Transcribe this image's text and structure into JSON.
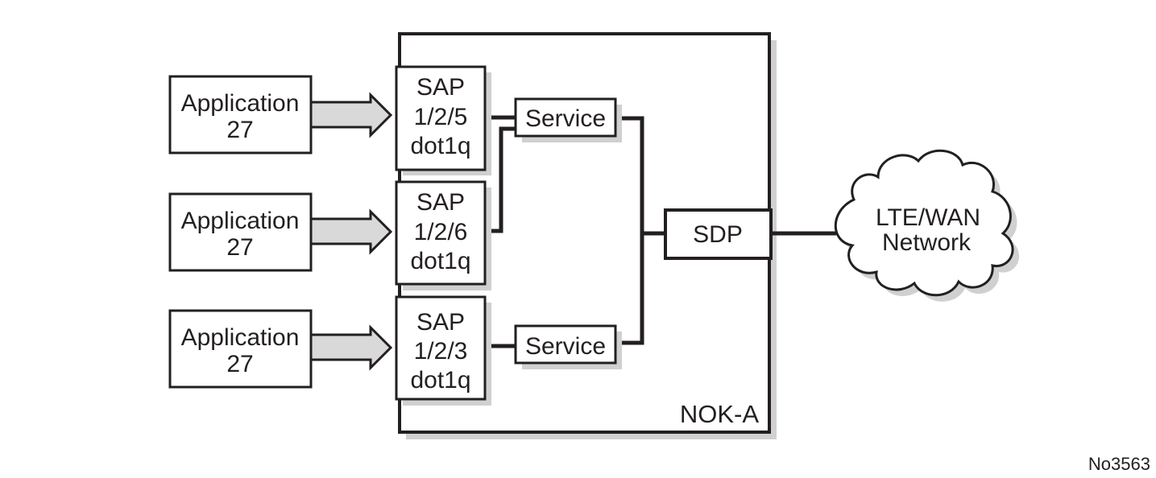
{
  "diagram": {
    "figure_id": "No3563",
    "node_label": "NOK-A",
    "applications": [
      {
        "line1": "Application",
        "line2": "27"
      },
      {
        "line1": "Application",
        "line2": "27"
      },
      {
        "line1": "Application",
        "line2": "27"
      }
    ],
    "saps": [
      {
        "line1": "SAP",
        "line2": "1/2/5",
        "line3": "dot1q"
      },
      {
        "line1": "SAP",
        "line2": "1/2/6",
        "line3": "dot1q"
      },
      {
        "line1": "SAP",
        "line2": "1/2/3",
        "line3": "dot1q"
      }
    ],
    "services": [
      {
        "label": "Service"
      },
      {
        "label": "Service"
      }
    ],
    "sdp": {
      "label": "SDP"
    },
    "network": {
      "line1": "LTE/WAN",
      "line2": "Network"
    },
    "colors": {
      "stroke": "#231f20",
      "shadow": "#d0d0d0",
      "arrow_fill": "#d9d9d9",
      "background": "#ffffff"
    }
  }
}
